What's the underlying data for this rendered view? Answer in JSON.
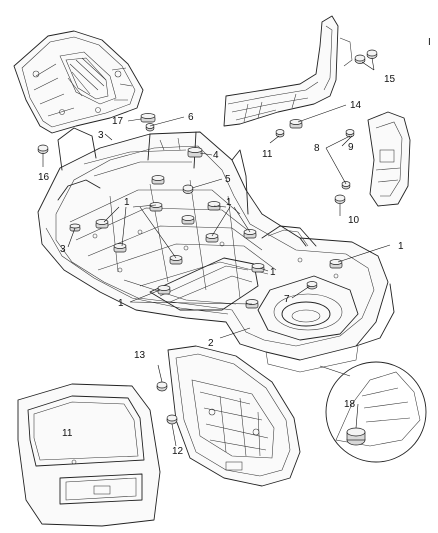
{
  "callouts": {
    "c1a": "1",
    "c1b": "1",
    "c1c": "1",
    "c1d": "1",
    "c1e": "1",
    "c2": "2",
    "c3a": "3",
    "c3b": "3",
    "c4": "4",
    "c5": "5",
    "c6": "6",
    "c7": "7",
    "c8": "8",
    "c9": "9",
    "c10": "10",
    "c11a": "11",
    "c11b": "11",
    "c12": "12",
    "c13": "13",
    "c14": "14",
    "c15": "15",
    "c16": "16",
    "c17": "17",
    "c18": "18"
  },
  "corner_mark": "I"
}
